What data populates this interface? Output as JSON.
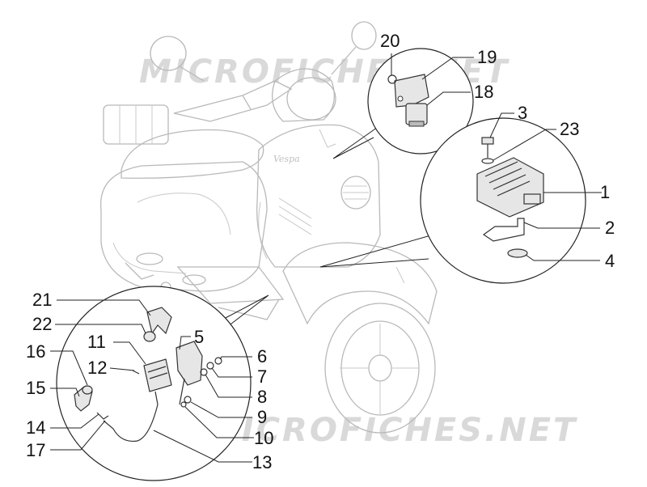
{
  "watermark": {
    "text": "MICROFICHES.NET",
    "color": "#d9d9d9"
  },
  "callouts": [
    {
      "id": "c1",
      "label": "1"
    },
    {
      "id": "c2",
      "label": "2"
    },
    {
      "id": "c3",
      "label": "3"
    },
    {
      "id": "c4",
      "label": "4"
    },
    {
      "id": "c5",
      "label": "5"
    },
    {
      "id": "c6",
      "label": "6"
    },
    {
      "id": "c7",
      "label": "7"
    },
    {
      "id": "c8",
      "label": "8"
    },
    {
      "id": "c9",
      "label": "9"
    },
    {
      "id": "c10",
      "label": "10"
    },
    {
      "id": "c11",
      "label": "11"
    },
    {
      "id": "c12",
      "label": "12"
    },
    {
      "id": "c13",
      "label": "13"
    },
    {
      "id": "c14",
      "label": "14"
    },
    {
      "id": "c15",
      "label": "15"
    },
    {
      "id": "c16",
      "label": "16"
    },
    {
      "id": "c17",
      "label": "17"
    },
    {
      "id": "c18",
      "label": "18"
    },
    {
      "id": "c19",
      "label": "19"
    },
    {
      "id": "c20",
      "label": "20"
    },
    {
      "id": "c21",
      "label": "21"
    },
    {
      "id": "c22",
      "label": "22"
    },
    {
      "id": "c23",
      "label": "23"
    }
  ]
}
